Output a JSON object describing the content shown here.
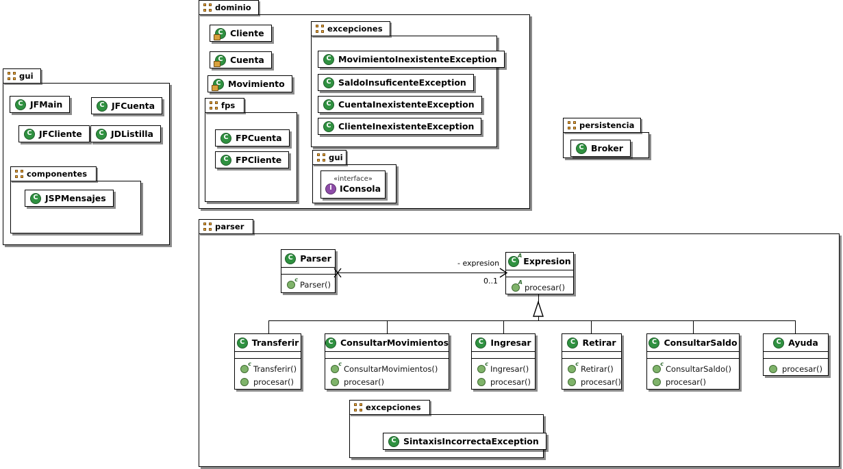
{
  "diagram": {
    "title": "UML Package / Class Diagram",
    "colors": {
      "class_icon": "#2f9140",
      "interface_icon": "#8e4ca8",
      "package_icon": "#e8a33d",
      "operation_icon": "#7fb36a",
      "line": "#000000",
      "background": "#ffffff"
    }
  },
  "packages": {
    "gui": {
      "name": "gui",
      "classes": [
        {
          "name": "JFMain",
          "icon": "class-icon"
        },
        {
          "name": "JFCuenta",
          "icon": "class-icon"
        },
        {
          "name": "JFCliente",
          "icon": "class-icon"
        },
        {
          "name": "JDListilla",
          "icon": "class-icon"
        }
      ],
      "subpackages": [
        {
          "name": "componentes",
          "classes": [
            {
              "name": "JSPMensajes",
              "icon": "class-icon"
            }
          ]
        }
      ]
    },
    "dominio": {
      "name": "dominio",
      "classes": [
        {
          "name": "Cliente",
          "icon": "class-icon-protected"
        },
        {
          "name": "Cuenta",
          "icon": "class-icon-protected"
        },
        {
          "name": "Movimiento",
          "icon": "class-icon-protected"
        }
      ],
      "subpackages": [
        {
          "name": "fps",
          "classes": [
            {
              "name": "FPCuenta",
              "icon": "class-icon"
            },
            {
              "name": "FPCliente",
              "icon": "class-icon"
            }
          ]
        },
        {
          "name": "excepciones",
          "classes": [
            {
              "name": "MovimientoInexistenteException",
              "icon": "class-icon"
            },
            {
              "name": "SaldoInsuficenteException",
              "icon": "class-icon"
            },
            {
              "name": "CuentaInexistenteException",
              "icon": "class-icon"
            },
            {
              "name": "ClienteInexistenteException",
              "icon": "class-icon"
            }
          ]
        },
        {
          "name": "gui",
          "interfaces": [
            {
              "stereotype": "«interface»",
              "name": "IConsola",
              "icon": "interface-icon"
            }
          ]
        }
      ]
    },
    "persistencia": {
      "name": "persistencia",
      "classes": [
        {
          "name": "Broker",
          "icon": "class-icon"
        }
      ]
    },
    "parser": {
      "name": "parser",
      "classes": [
        {
          "name": "Parser",
          "icon": "class-icon",
          "abstract": false,
          "attributes": [],
          "operations": [
            {
              "name": "Parser()",
              "kind": "constructor"
            }
          ]
        },
        {
          "name": "Expresion",
          "icon": "class-icon-abstract",
          "abstract": true,
          "attributes": [],
          "operations": [
            {
              "name": "procesar()",
              "kind": "abstract"
            }
          ]
        },
        {
          "name": "Transferir",
          "icon": "class-icon",
          "attributes": [],
          "operations": [
            {
              "name": "Transferir()",
              "kind": "constructor"
            },
            {
              "name": "procesar()",
              "kind": "method"
            }
          ]
        },
        {
          "name": "ConsultarMovimientos",
          "icon": "class-icon",
          "attributes": [],
          "operations": [
            {
              "name": "ConsultarMovimientos()",
              "kind": "constructor"
            },
            {
              "name": "procesar()",
              "kind": "method"
            }
          ]
        },
        {
          "name": "Ingresar",
          "icon": "class-icon",
          "attributes": [],
          "operations": [
            {
              "name": "Ingresar()",
              "kind": "constructor"
            },
            {
              "name": "procesar()",
              "kind": "method"
            }
          ]
        },
        {
          "name": "Retirar",
          "icon": "class-icon",
          "attributes": [],
          "operations": [
            {
              "name": "Retirar()",
              "kind": "constructor"
            },
            {
              "name": "procesar()",
              "kind": "method"
            }
          ]
        },
        {
          "name": "ConsultarSaldo",
          "icon": "class-icon",
          "attributes": [],
          "operations": [
            {
              "name": "ConsultarSaldo()",
              "kind": "constructor"
            },
            {
              "name": "procesar()",
              "kind": "method"
            }
          ]
        },
        {
          "name": "Ayuda",
          "icon": "class-icon",
          "attributes": [],
          "operations": [
            {
              "name": "procesar()",
              "kind": "method"
            }
          ]
        }
      ],
      "subpackages": [
        {
          "name": "excepciones",
          "classes": [
            {
              "name": "SintaxisIncorrectaException",
              "icon": "class-icon"
            }
          ]
        }
      ],
      "relationships": [
        {
          "type": "association",
          "from": "Parser",
          "to": "Expresion",
          "role_label": "- expresion",
          "multiplicity": "0..1"
        },
        {
          "type": "generalization",
          "from": "Transferir",
          "to": "Expresion"
        },
        {
          "type": "generalization",
          "from": "ConsultarMovimientos",
          "to": "Expresion"
        },
        {
          "type": "generalization",
          "from": "Ingresar",
          "to": "Expresion"
        },
        {
          "type": "generalization",
          "from": "Retirar",
          "to": "Expresion"
        },
        {
          "type": "generalization",
          "from": "ConsultarSaldo",
          "to": "Expresion"
        },
        {
          "type": "generalization",
          "from": "Ayuda",
          "to": "Expresion"
        }
      ]
    }
  }
}
